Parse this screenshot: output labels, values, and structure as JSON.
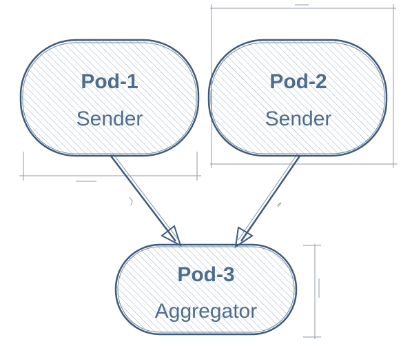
{
  "diagram": {
    "nodes": [
      {
        "id": "pod-1",
        "title": "Pod-1",
        "role": "Sender"
      },
      {
        "id": "pod-2",
        "title": "Pod-2",
        "role": "Sender"
      },
      {
        "id": "pod-3",
        "title": "Pod-3",
        "role": "Aggregator"
      }
    ],
    "edges": [
      {
        "from": "pod-1",
        "to": "pod-3"
      },
      {
        "from": "pod-2",
        "to": "pod-3"
      }
    ],
    "colors": {
      "stroke": "#3d5a7a",
      "text": "#4e6d8c",
      "hatch": "#9fb3c6",
      "guide": "#8e9aa6"
    }
  }
}
